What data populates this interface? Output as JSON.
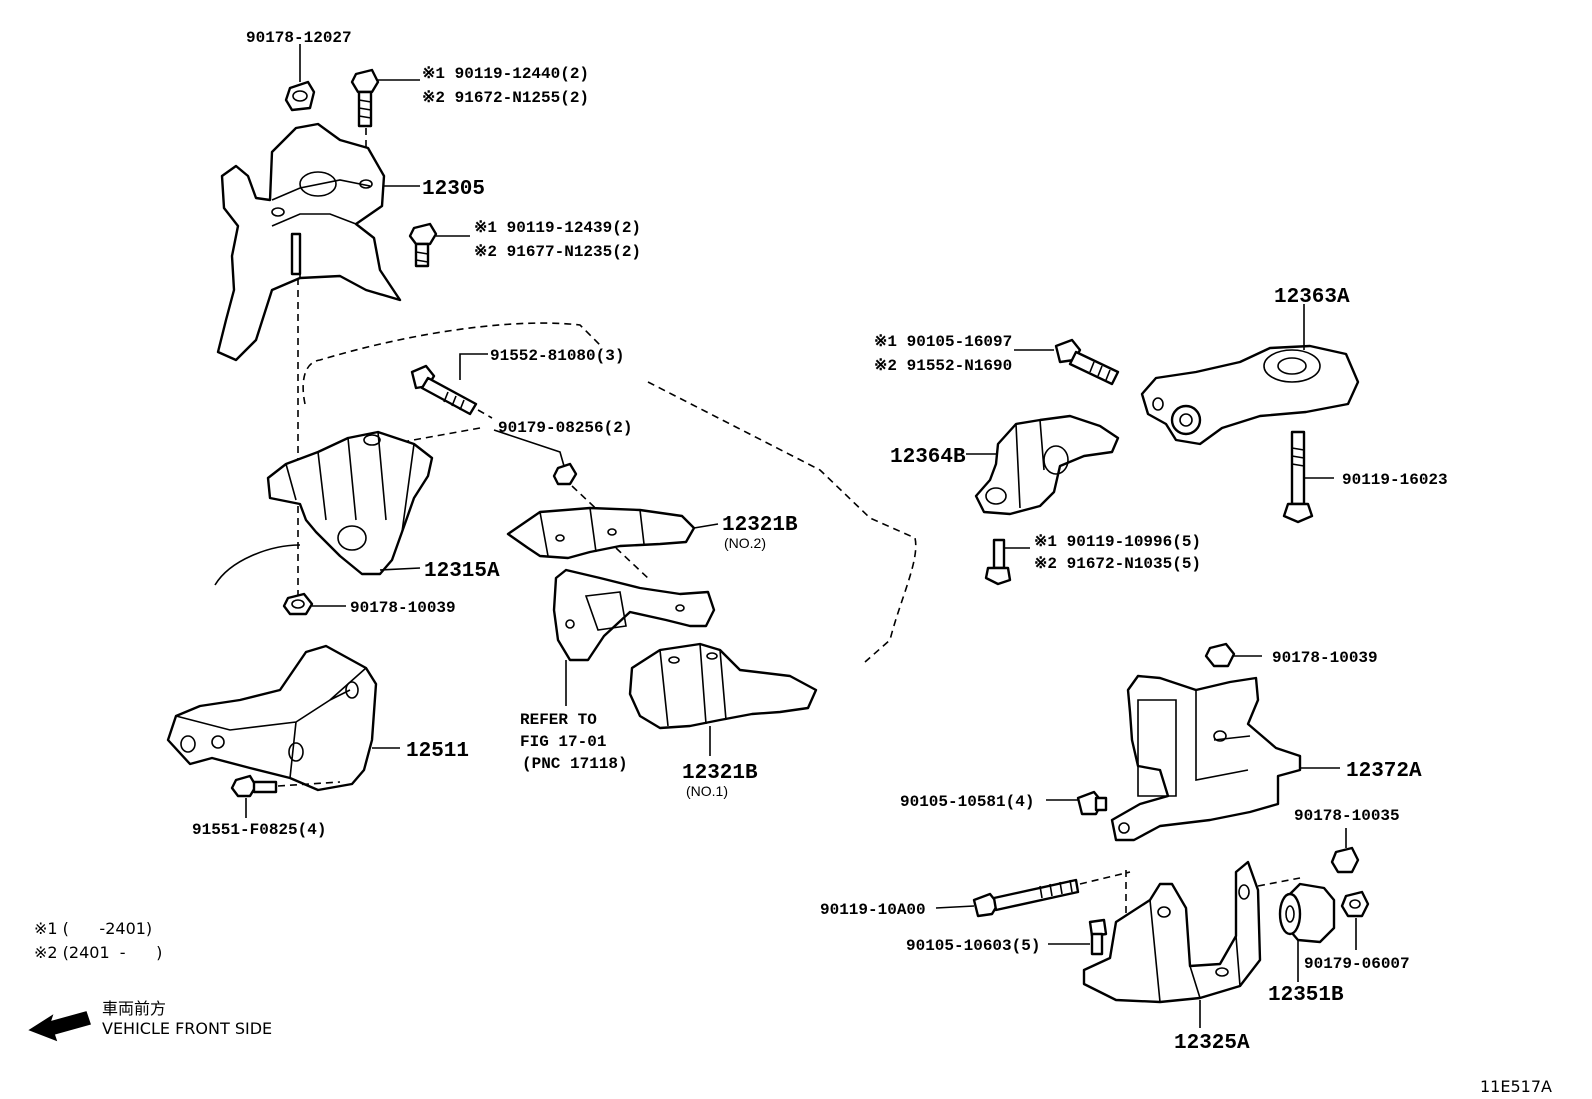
{
  "labels": {
    "nut_top": "90178-12027",
    "bolt_top_1": "※1 90119-12440(2)",
    "bolt_top_2": "※2 91672-N1255(2)",
    "p12305": "12305",
    "bolt_mid_1": "※1 90119-12439(2)",
    "bolt_mid_2": "※2 91677-N1235(2)",
    "bolt_91552": "91552-81080(3)",
    "nut_90179_08256": "90179-08256(2)",
    "p12321b_no2": "12321B",
    "p12321b_no2_sub": "(NO.2)",
    "p12315a": "12315A",
    "nut_90178_10039_left": "90178-10039",
    "p12511": "12511",
    "bolt_91551": "91551-F0825(4)",
    "refer_1": "REFER TO",
    "refer_2": "FIG 17-01",
    "refer_3": "(PNC 17118)",
    "p12321b_no1": "12321B",
    "p12321b_no1_sub": "(NO.1)",
    "p12363a": "12363A",
    "bolt_right_1": "※1 90105-16097",
    "bolt_right_2": "※2 91552-N1690",
    "p12364b": "12364B",
    "bolt_90119_16023": "90119-16023",
    "bolt_small_1": "※1 90119-10996(5)",
    "bolt_small_2": "※2 91672-N1035(5)",
    "nut_90178_10039_right": "90178-10039",
    "p12372a": "12372A",
    "bolt_90105_10581": "90105-10581(4)",
    "nut_90178_10035": "90178-10035",
    "bolt_90119_10a00": "90119-10A00",
    "bolt_90105_10603": "90105-10603(5)",
    "nut_90179_06007": "90179-06007",
    "p12351b": "12351B",
    "p12325a": "12325A"
  },
  "legend": {
    "note1": "※1 (      -2401)",
    "note2": "※2 (2401  -      )",
    "front_jp": "車両前方",
    "front_en": "VEHICLE FRONT SIDE"
  },
  "figure_id": "11E517A"
}
